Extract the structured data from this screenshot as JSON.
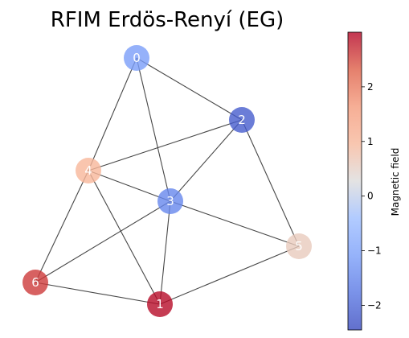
{
  "title": "RFIM Erdös-Renyí (EG)",
  "colorbar": {
    "label": "Magnetic field",
    "vmin": -2.45,
    "vmax": 3.0,
    "ticks": [
      {
        "value": 2,
        "label": "2"
      },
      {
        "value": 1,
        "label": "1"
      },
      {
        "value": 0,
        "label": "0"
      },
      {
        "value": -1,
        "label": "−1"
      },
      {
        "value": -2,
        "label": "−2"
      }
    ],
    "colormap": "coolwarm"
  },
  "nodes": [
    {
      "id": "0",
      "label": "0",
      "field": -1.1
    },
    {
      "id": "1",
      "label": "1",
      "field": 2.95
    },
    {
      "id": "2",
      "label": "2",
      "field": -2.2
    },
    {
      "id": "3",
      "label": "3",
      "field": -1.5
    },
    {
      "id": "4",
      "label": "4",
      "field": 1.0
    },
    {
      "id": "5",
      "label": "5",
      "field": 0.6
    },
    {
      "id": "6",
      "label": "6",
      "field": 2.6
    }
  ],
  "edges": [
    [
      "0",
      "2"
    ],
    [
      "0",
      "4"
    ],
    [
      "0",
      "3"
    ],
    [
      "2",
      "4"
    ],
    [
      "2",
      "3"
    ],
    [
      "2",
      "5"
    ],
    [
      "4",
      "3"
    ],
    [
      "4",
      "6"
    ],
    [
      "4",
      "1"
    ],
    [
      "3",
      "6"
    ],
    [
      "3",
      "1"
    ],
    [
      "3",
      "5"
    ],
    [
      "6",
      "1"
    ],
    [
      "1",
      "5"
    ]
  ]
}
